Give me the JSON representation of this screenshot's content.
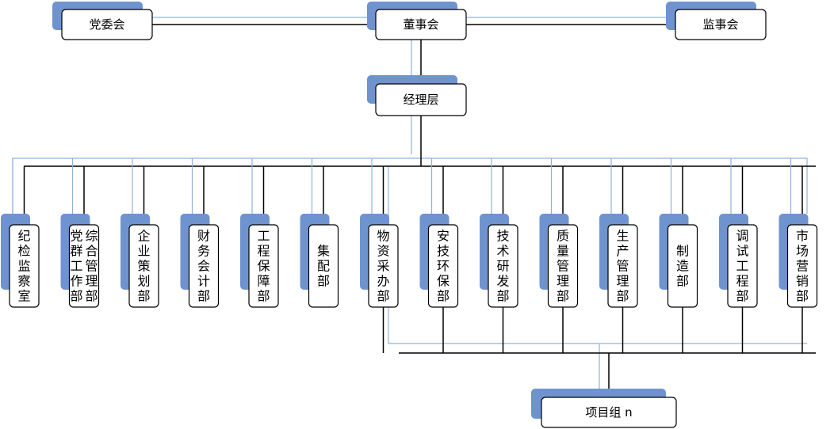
{
  "chart": {
    "nodes": {
      "party_committee": "党委会",
      "board": "董事会",
      "supervisory_board": "监事会",
      "management": "经理层",
      "project_group": "项目组 n"
    },
    "departments": [
      {
        "id": "discipline",
        "label": "纪检监察室",
        "columns": [
          "纪检监察室"
        ]
      },
      {
        "id": "general_mgmt",
        "label": "综合管理部 党群工作部",
        "columns": [
          "综合管理部",
          "党群工作部"
        ]
      },
      {
        "id": "planning",
        "label": "企业策划部",
        "columns": [
          "企业策划部"
        ]
      },
      {
        "id": "finance",
        "label": "财务会计部",
        "columns": [
          "财务会计部"
        ]
      },
      {
        "id": "engineering",
        "label": "工程保障部",
        "columns": [
          "工程保障部"
        ]
      },
      {
        "id": "assembly",
        "label": "集配部",
        "columns": [
          "集配部"
        ]
      },
      {
        "id": "procurement",
        "label": "物资采办部",
        "columns": [
          "物资采办部"
        ]
      },
      {
        "id": "safety",
        "label": "安技环保部",
        "columns": [
          "安技环保部"
        ]
      },
      {
        "id": "rnd",
        "label": "技术研发部",
        "columns": [
          "技术研发部"
        ]
      },
      {
        "id": "quality",
        "label": "质量管理部",
        "columns": [
          "质量管理部"
        ]
      },
      {
        "id": "production",
        "label": "生产管理部",
        "columns": [
          "生产管理部"
        ]
      },
      {
        "id": "manufacturing",
        "label": "制造部",
        "columns": [
          "制造部"
        ]
      },
      {
        "id": "commissioning",
        "label": "调试工程部",
        "columns": [
          "调试工程部"
        ]
      },
      {
        "id": "marketing",
        "label": "市场营销部",
        "columns": [
          "市场营销部"
        ]
      }
    ],
    "colors": {
      "shadow": "#6f93cf",
      "connector": "#000000",
      "connector_secondary": "#8fb2d9"
    }
  }
}
